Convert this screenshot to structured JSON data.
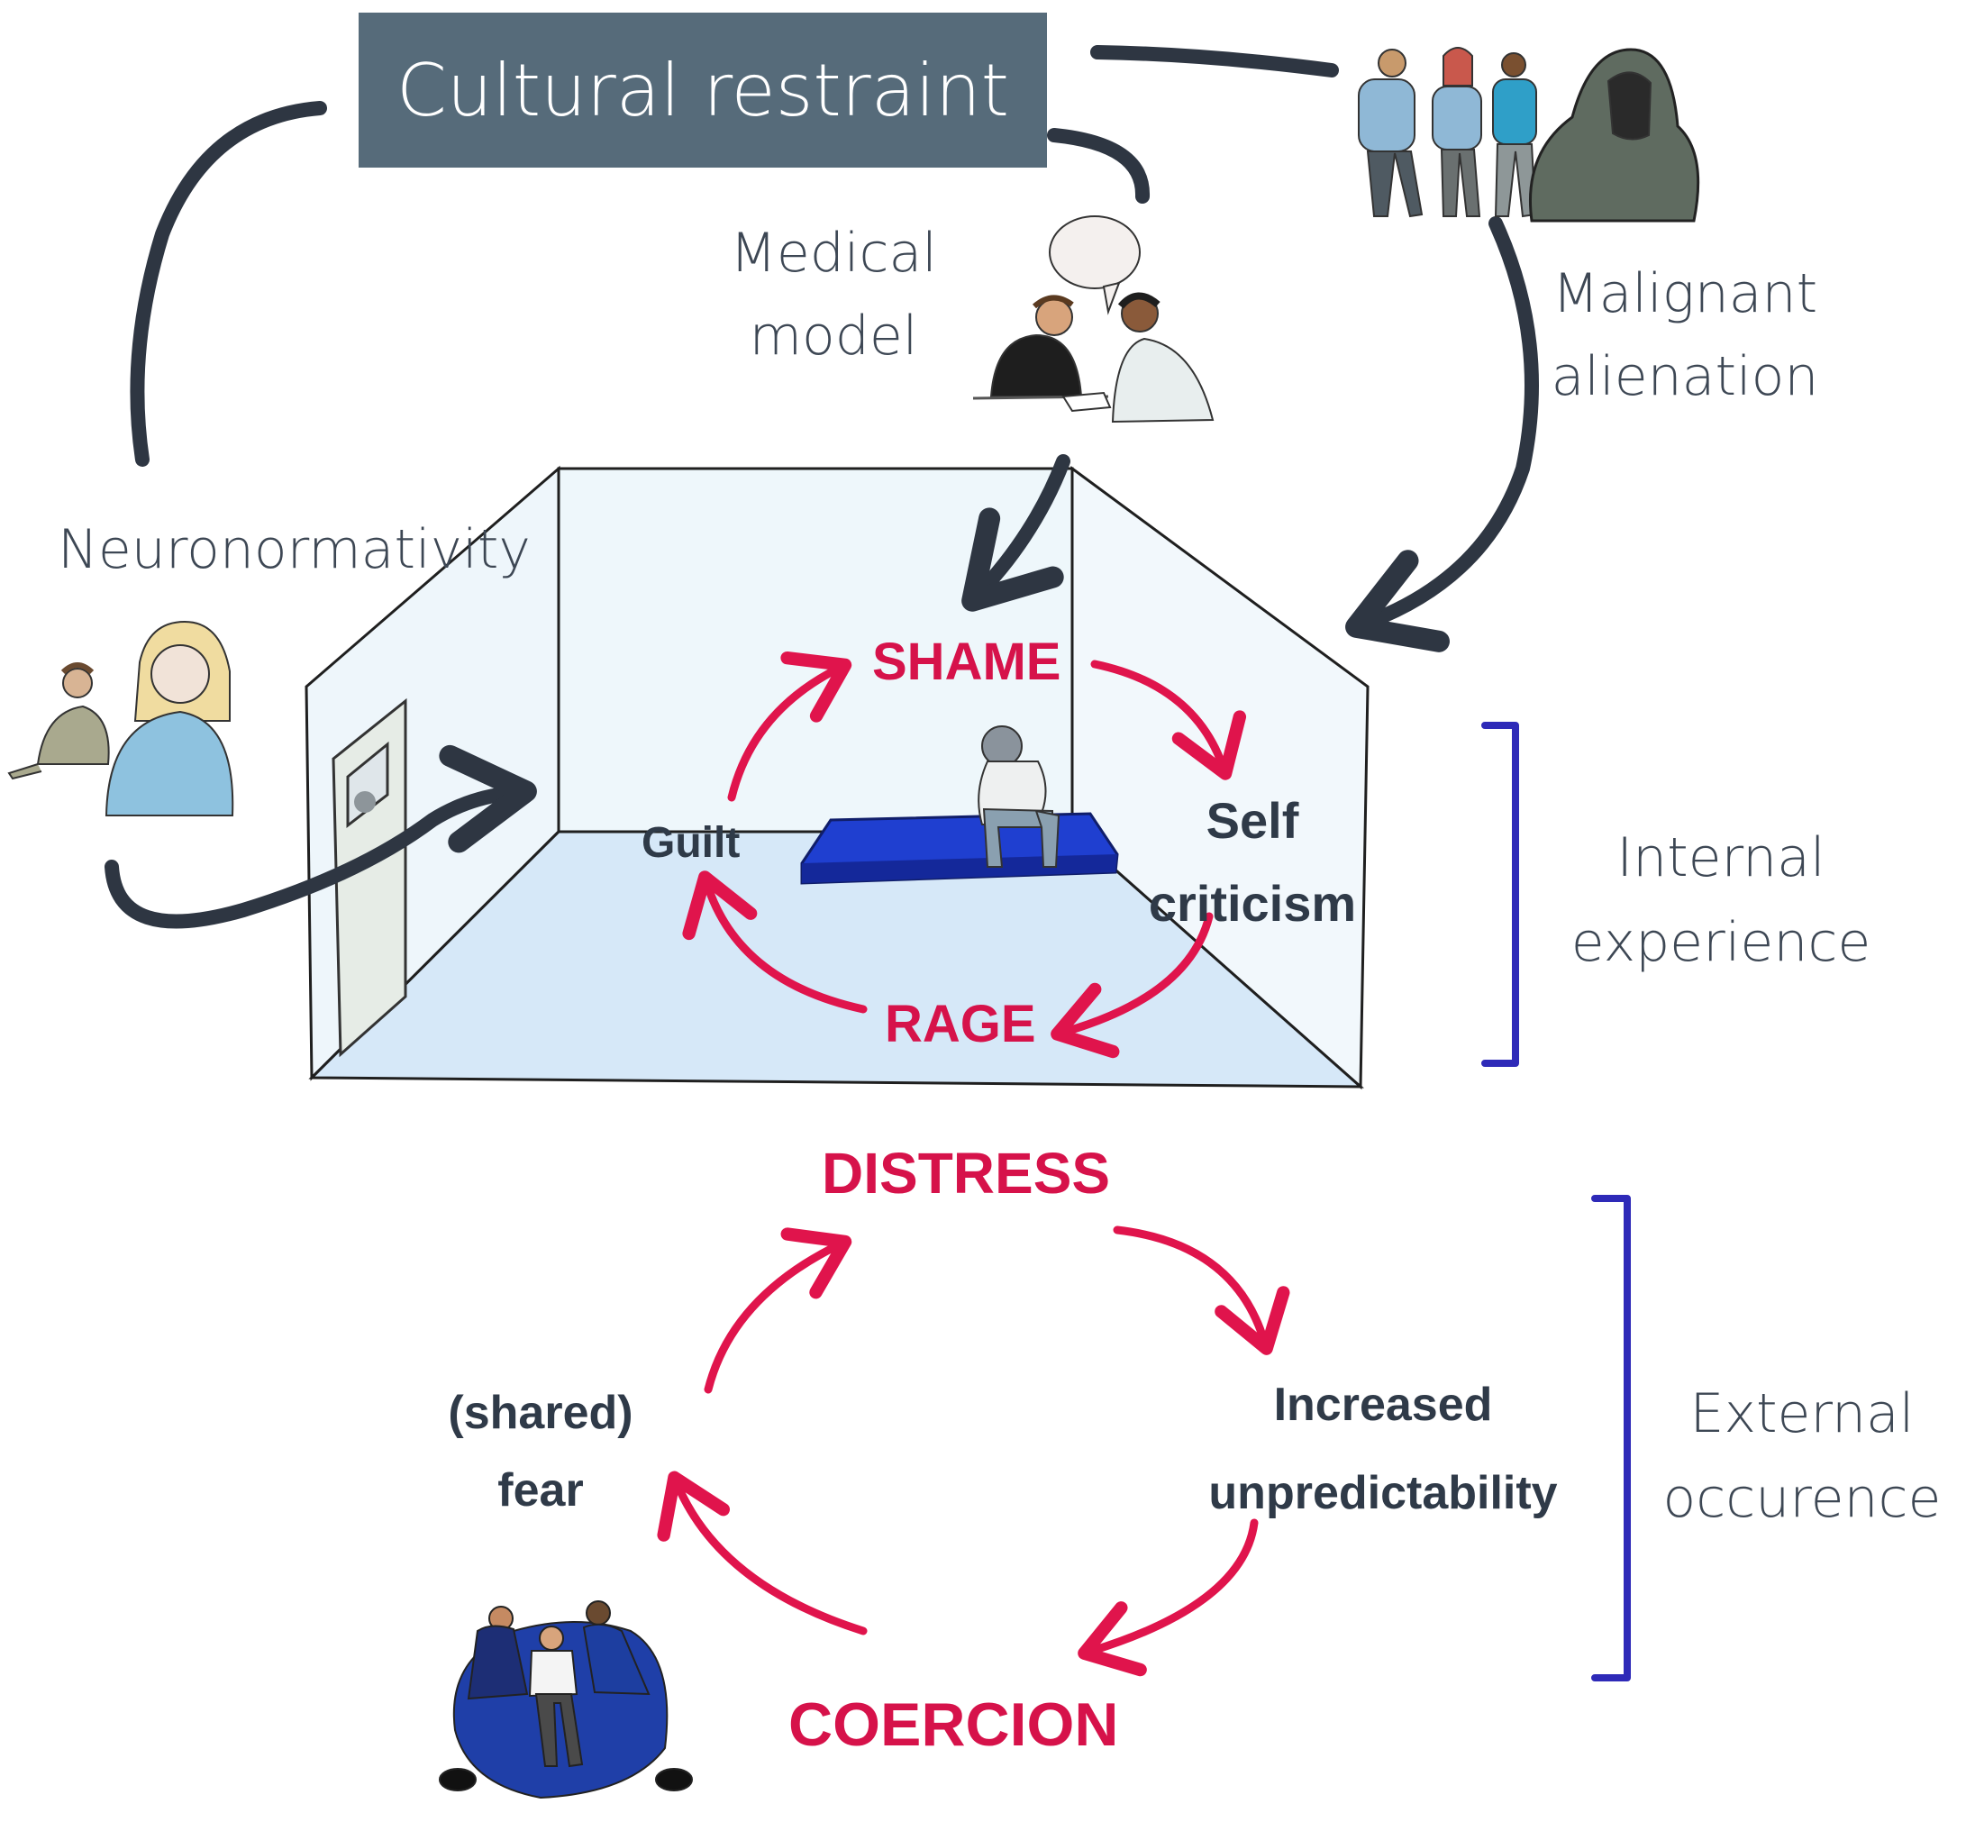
{
  "banner": {
    "text": "Cultural restraint"
  },
  "influences": {
    "medical_model": [
      "Medical",
      "model"
    ],
    "malignant_alienation": [
      "Malignant",
      "alienation"
    ],
    "neuronormativity": "Neuronormativity"
  },
  "internal_cycle": {
    "shame": "SHAME",
    "self_criticism": [
      "Self",
      "criticism"
    ],
    "rage": "RAGE",
    "guilt": "Guilt"
  },
  "external_cycle": {
    "distress": "DISTRESS",
    "increased_unpredictability": [
      "Increased",
      "unpredictability"
    ],
    "coercion": "COERCION",
    "shared_fear": [
      "(shared)",
      "fear"
    ]
  },
  "brackets": {
    "internal": [
      "Internal",
      "experience"
    ],
    "external": [
      "External",
      "occurence"
    ]
  },
  "colors": {
    "cycle_text": "#d6124a",
    "cycle_arrow": "#e0144c",
    "influence_arrow": "#2e3642",
    "bracket": "#2e2ab8",
    "banner_fill": "#566b7a",
    "room_wall": "#eef7fb",
    "room_floor": "#d6e8f8",
    "mattress": "#1f3fd0"
  },
  "icons": [
    "people-group-hooded-figure-icon",
    "consultation-speech-bubble-icon",
    "parent-child-icon",
    "seated-person-mattress-icon",
    "restraint-group-beanbag-icon",
    "door-icon"
  ]
}
